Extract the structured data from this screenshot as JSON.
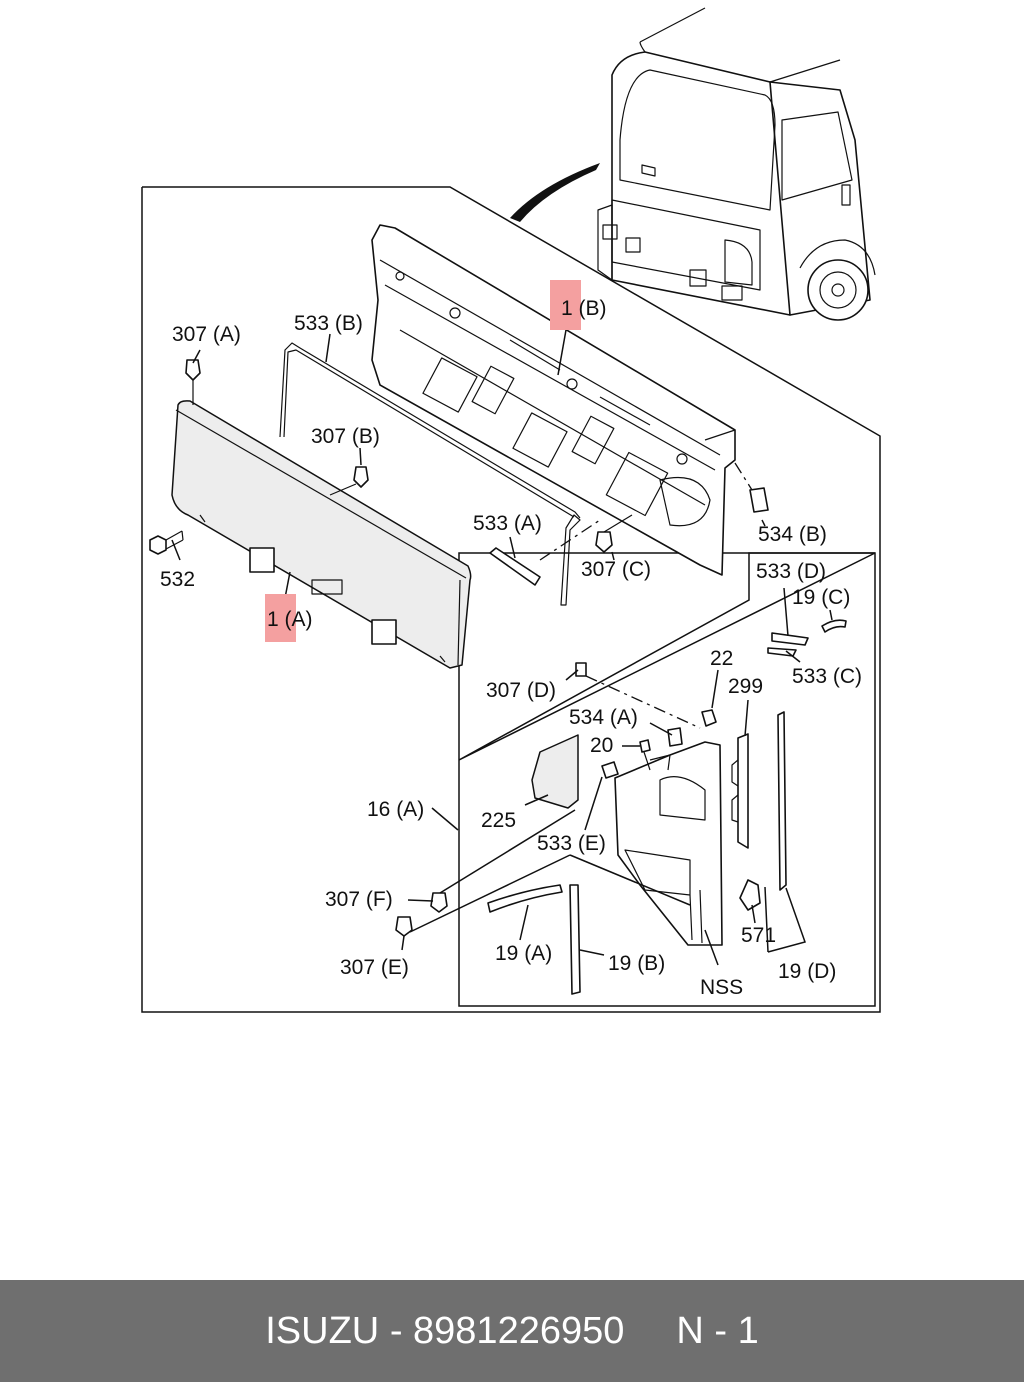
{
  "labels": {
    "l307A": "307 (A)",
    "l533B": "533 (B)",
    "l1B": "1 (B)",
    "l307B": "307 (B)",
    "l532": "532",
    "l1A": "1 (A)",
    "l533A": "533 (A)",
    "l307C": "307 (C)",
    "l534B": "534 (B)",
    "l533D": "533 (D)",
    "l19C": "19 (C)",
    "l533C": "533 (C)",
    "l22": "22",
    "l299": "299",
    "l307D": "307 (D)",
    "l534A": "534 (A)",
    "l20": "20",
    "l16A": "16 (A)",
    "l225": "225",
    "l533E": "533 (E)",
    "l307F": "307 (F)",
    "l571": "571",
    "l307E": "307 (E)",
    "l19A": "19 (A)",
    "l19B": "19 (B)",
    "lNSS": "NSS",
    "l19D": "19 (D)"
  },
  "footer": {
    "brand": "ISUZU",
    "separator": "-",
    "part_number": "8981226950",
    "page": "N - 1"
  },
  "colors": {
    "highlight": "#f4a0a0",
    "footer_bg": "#6f6f6f",
    "footer_text": "#ffffff"
  }
}
